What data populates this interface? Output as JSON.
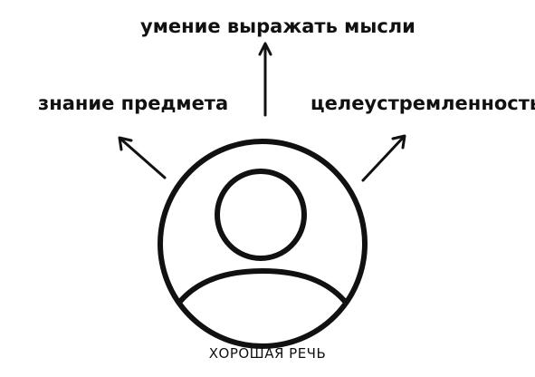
{
  "labels": {
    "top": "умение выражать мысли",
    "left": "знание предмета",
    "right": "целеустремленность"
  },
  "caption": "ХОРОШАЯ РЕЧЬ",
  "colors": {
    "stroke": "#111111",
    "background": "#ffffff"
  }
}
